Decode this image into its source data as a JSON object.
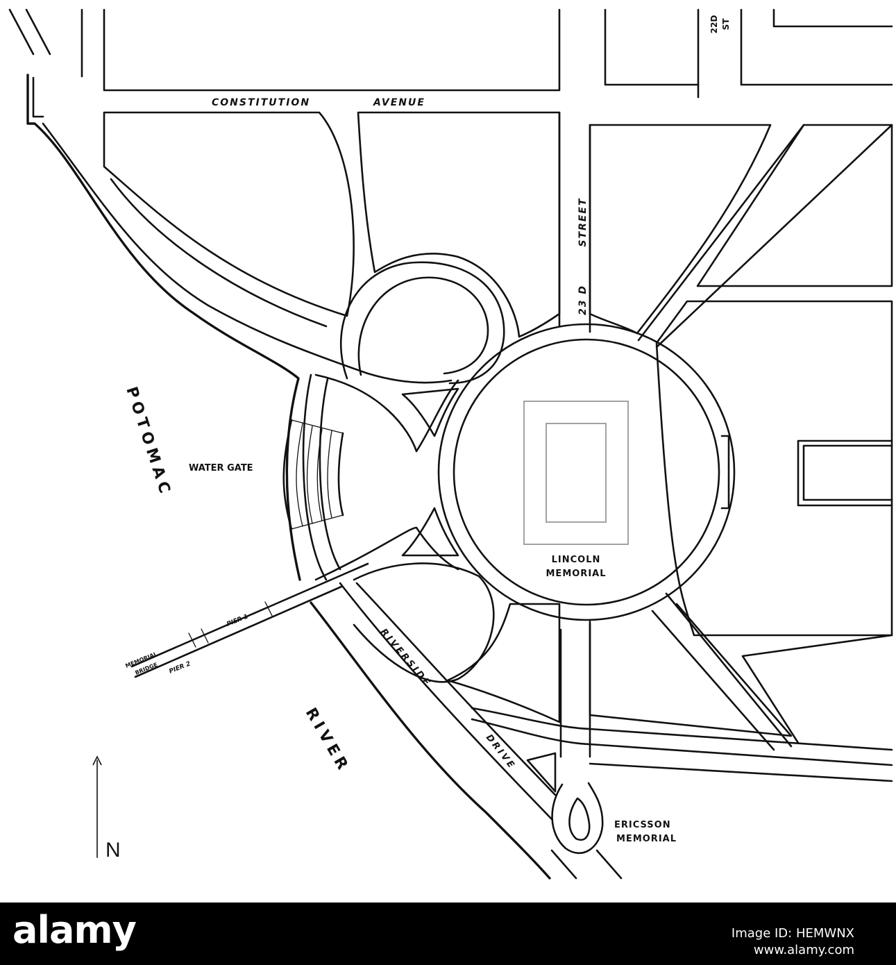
{
  "labels": {
    "constitution": "CONSTITUTION",
    "avenue": "AVENUE",
    "street_22d": "22D",
    "street_st": "ST",
    "street_23d": "23 D",
    "street_word": "STREET",
    "potomac": "POTOMAC",
    "river": "RIVER",
    "water_gate": "WATER GATE",
    "lincoln_line1": "LINCOLN",
    "lincoln_line2": "MEMORIAL",
    "riverside": "RIVERSIDE",
    "drive": "DRIVE",
    "ericsson_line1": "ERICSSON",
    "ericsson_line2": "MEMORIAL",
    "pier1": "PIER 1",
    "pier2": "PIER 2",
    "bridge_line1": "MEMORIAL",
    "bridge_line2": "BRIDGE",
    "north": "N"
  },
  "footer": {
    "logo": "alamy",
    "image_id": "Image ID: HEMWNX",
    "url": "www.alamy.com"
  },
  "colors": {
    "ink": "#111111",
    "paper": "#ffffff",
    "footer_bg": "#000000",
    "memorial_outline": "#8a8a8a"
  }
}
